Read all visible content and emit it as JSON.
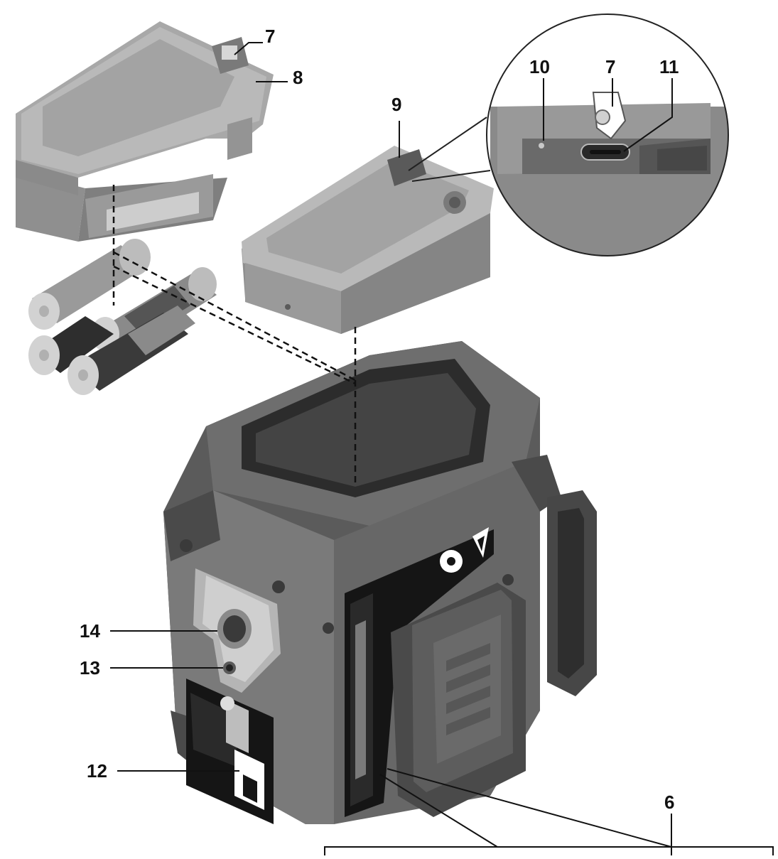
{
  "callouts": {
    "c7_top": "7",
    "c8": "8",
    "c9": "9",
    "c10": "10",
    "c7_zoom": "7",
    "c11": "11",
    "c14": "14",
    "c13": "13",
    "c12": "12",
    "c6": "6"
  },
  "colors": {
    "body_dark": "#5b5b5b",
    "body_mid": "#7a7a7a",
    "body_light": "#9a9a9a",
    "body_top": "#6e6e6e",
    "pack_light": "#b9b9b9",
    "pack_mid": "#a3a3a3",
    "battery_light": "#d2d2d2",
    "label_black": "#151515",
    "leader": "#111111"
  },
  "icons": {
    "warning": "warning-triangle-icon",
    "laser_class": "laser-class-icon",
    "certification": "certification-mark-icon"
  }
}
